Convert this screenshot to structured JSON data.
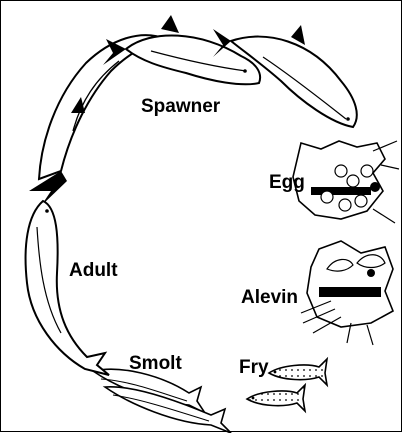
{
  "diagram": {
    "stages": {
      "spawner": "Spawner",
      "egg": "Egg",
      "alevin": "Alevin",
      "fry": "Fry",
      "smolt": "Smolt",
      "adult": "Adult"
    },
    "ink_color": "#000000",
    "background_color": "#ffffff"
  }
}
